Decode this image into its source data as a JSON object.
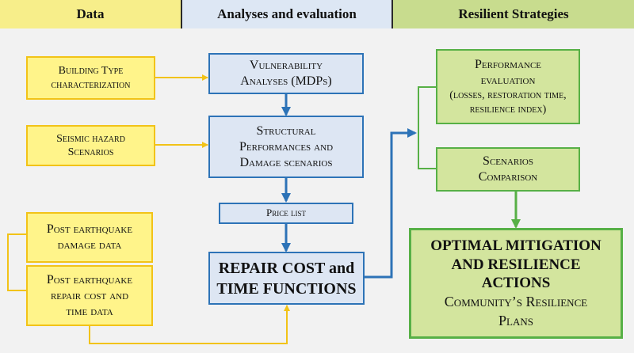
{
  "headers": {
    "data": "Data",
    "analyses": "Analyses and evaluation",
    "resilient": "Resilient Strategies"
  },
  "data_inputs": {
    "building_type": [
      "Building Type",
      "characterization"
    ],
    "seismic_hazard": [
      "Seismic hazard",
      "Scenarios"
    ],
    "post_eq_damage": [
      "Post earthquake",
      "damage data"
    ],
    "post_eq_repair": [
      "Post earthquake",
      "repair cost and",
      "time data"
    ]
  },
  "analyses": {
    "vulnerability": [
      "Vulnerability",
      "Analyses (MDPs)"
    ],
    "structural": [
      "Structural",
      "Performances and",
      "Damage scenarios"
    ],
    "price_list": "Price list",
    "repair_cost": [
      "REPAIR COST and",
      "TIME FUNCTIONS"
    ]
  },
  "strategies": {
    "performance": [
      "Performance",
      "evaluation",
      "(losses, restoration time,",
      "resilience index)"
    ],
    "scenarios": [
      "Scenarios",
      "Comparison"
    ],
    "optimal_title": [
      "OPTIMAL MITIGATION",
      "AND RESILIENCE",
      "ACTIONS"
    ],
    "optimal_sub": [
      "Community’s Resilience",
      "Plans"
    ]
  },
  "colors": {
    "yellow_fill": "#fff48a",
    "yellow_border": "#f2c318",
    "blue_fill": "#dde6f3",
    "blue_border": "#2d73b7",
    "green_fill": "#d3e59e",
    "green_border": "#57b046"
  }
}
